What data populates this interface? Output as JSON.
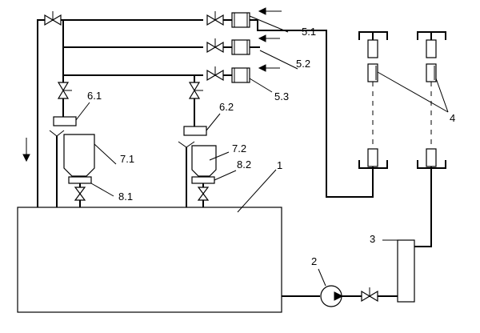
{
  "diagram": {
    "labels": {
      "tank": "1",
      "pump": "2",
      "heater": "3",
      "flowmeters": "4",
      "flow_51": "5.1",
      "flow_52": "5.2",
      "flow_53": "5.3",
      "mixer_61": "6.1",
      "mixer_62": "6.2",
      "hopper_71": "7.1",
      "hopper_72": "7.2",
      "feeder_81": "8.1",
      "feeder_82": "8.2"
    },
    "colors": {
      "line": "#000000",
      "background": "#ffffff"
    }
  }
}
